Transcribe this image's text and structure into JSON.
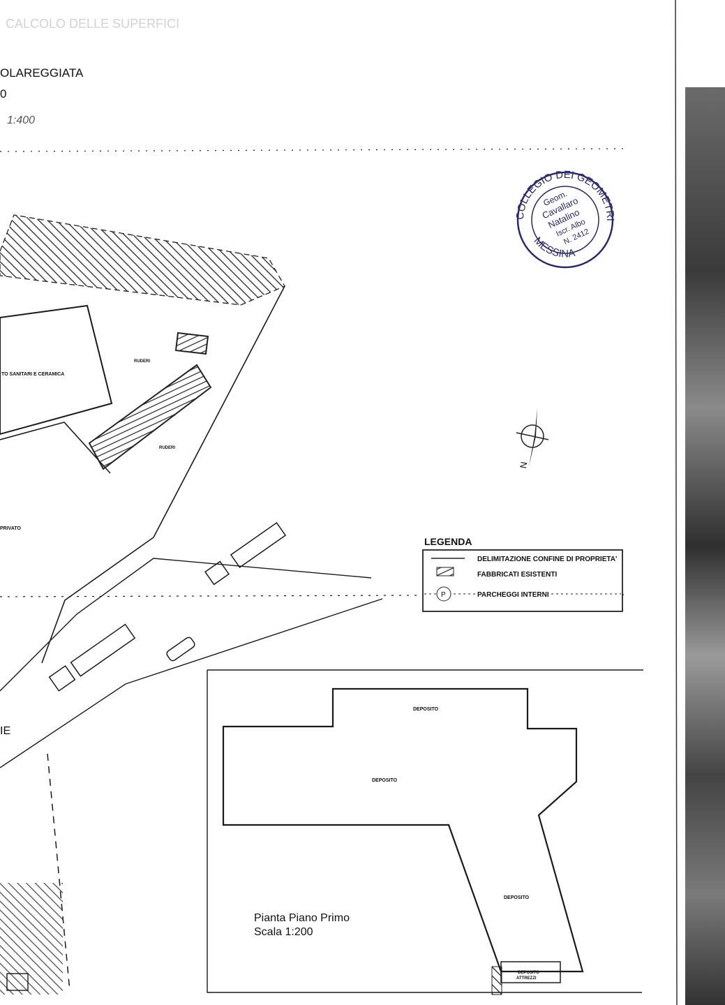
{
  "header": {
    "faded_title": "CALCOLO DELLE SUPERFICI",
    "title": "OLAREGGIATA",
    "line2": "0",
    "handwritten": "1:400"
  },
  "site_labels": {
    "building": "TO SANITARI E CERAMICA",
    "ruderi_1": "RUDERI",
    "ruderi_2": "RUDERI",
    "private": "PRIVATO",
    "road": "IE"
  },
  "stamp": {
    "outer": "COLLEGIO DEI GEOMETRI",
    "city": "MESSINA",
    "line1": "Geom.",
    "line2": "Cavallaro",
    "line3": "Natalino",
    "line4": "Iscr. Albo",
    "line5": "N. 2412"
  },
  "compass": {
    "label": "N"
  },
  "legend": {
    "title": "LEGENDA",
    "items": [
      {
        "symbol": "boundary-line",
        "label": "DELIMITAZIONE CONFINE DI PROPRIETA'"
      },
      {
        "symbol": "hatch",
        "label": "FABBRICATI ESISTENTI"
      },
      {
        "symbol": "P",
        "label": "PARCHEGGI INTERNI"
      }
    ]
  },
  "floor_plan": {
    "title": "Pianta Piano Primo",
    "scale": "Scala 1:200",
    "rooms": [
      "DEPOSITO",
      "DEPOSITO",
      "DEPOSITO",
      "DEPOSITO",
      "ATTREZZI"
    ]
  }
}
